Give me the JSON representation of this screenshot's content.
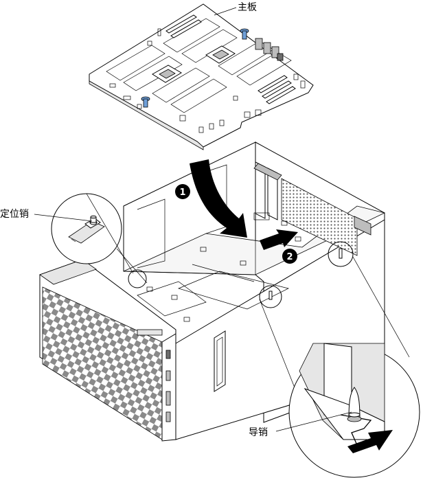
{
  "labels": {
    "system_board": "主板",
    "alignment_pin": "定位销",
    "guide_pin": "导销"
  },
  "steps": {
    "step1": "1",
    "step2": "2"
  },
  "colors": {
    "screw_blue": "#6f9fd8",
    "shading": "#bdbdbd"
  }
}
